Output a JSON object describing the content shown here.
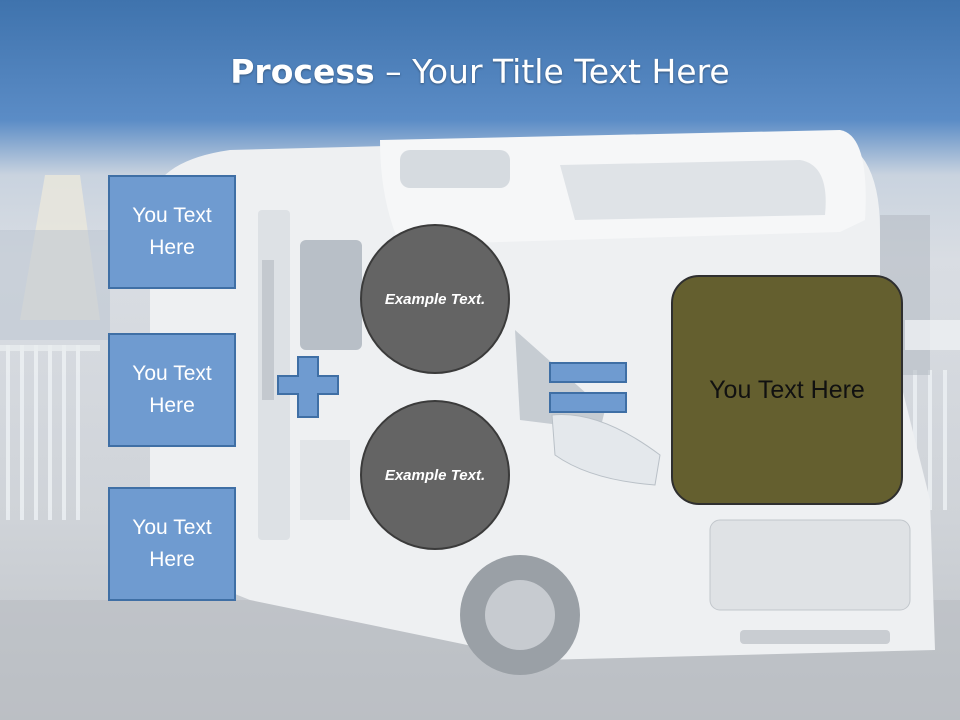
{
  "title": {
    "bold": "Process",
    "rest": " – Your Title Text Here"
  },
  "inputs": [
    "You Text Here",
    "You Text Here",
    "You Text Here"
  ],
  "examples": [
    "Example Text.",
    "Example Text."
  ],
  "result": "You Text Here",
  "colors": {
    "box_fill": "#6f9bd0",
    "circle_fill": "#646464",
    "result_fill": "#645f2f",
    "header": "#4a7fbd"
  }
}
